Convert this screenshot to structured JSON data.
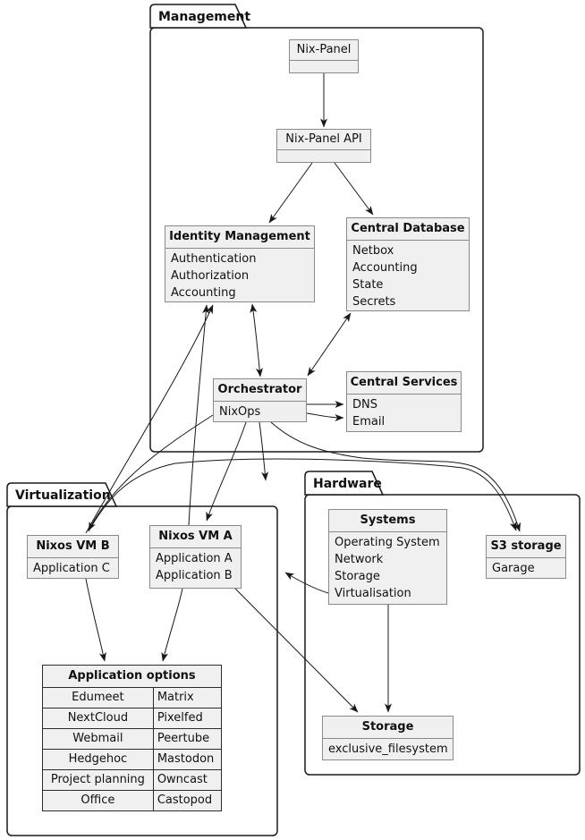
{
  "packages": {
    "management": {
      "label": "Management"
    },
    "virtualization": {
      "label": "Virtualization"
    },
    "hardware": {
      "label": "Hardware"
    }
  },
  "boxes": {
    "nix_panel": {
      "title": "Nix-Panel",
      "lines": []
    },
    "nix_panel_api": {
      "title": "Nix-Panel API",
      "lines": []
    },
    "identity_management": {
      "title": "Identity Management",
      "lines": [
        "Authentication",
        "Authorization",
        "Accounting"
      ]
    },
    "central_database": {
      "title": "Central Database",
      "lines": [
        "Netbox",
        "Accounting",
        "State",
        "Secrets"
      ]
    },
    "orchestrator": {
      "title": "Orchestrator",
      "lines": [
        "NixOps"
      ]
    },
    "central_services": {
      "title": "Central Services",
      "lines": [
        "DNS",
        "Email"
      ]
    },
    "nixos_vm_b": {
      "title": "Nixos VM B",
      "lines": [
        "Application C"
      ]
    },
    "nixos_vm_a": {
      "title": "Nixos VM A",
      "lines": [
        "Application A",
        "Application B"
      ]
    },
    "systems": {
      "title": "Systems",
      "lines": [
        "Operating System",
        "Network",
        "Storage",
        "Virtualisation"
      ]
    },
    "s3_storage": {
      "title": "S3 storage",
      "lines": [
        "Garage"
      ]
    },
    "storage": {
      "title": "Storage",
      "lines": [
        "exclusive_filesystem"
      ]
    }
  },
  "app_options": {
    "title": "Application options",
    "rows": [
      [
        "Edumeet",
        "Matrix"
      ],
      [
        "NextCloud",
        "Pixelfed"
      ],
      [
        "Webmail",
        "Peertube"
      ],
      [
        "Hedgehoc",
        "Mastodon"
      ],
      [
        "Project planning",
        "Owncast"
      ],
      [
        "Office",
        "Castopod"
      ]
    ]
  },
  "edges": [
    {
      "from": "Nix-Panel",
      "to": "Nix-Panel API",
      "type": "arrow"
    },
    {
      "from": "Nix-Panel API",
      "to": "Identity Management",
      "type": "arrow"
    },
    {
      "from": "Nix-Panel API",
      "to": "Central Database",
      "type": "arrow"
    },
    {
      "from": "Identity Management",
      "to": "Orchestrator",
      "type": "bidirectional"
    },
    {
      "from": "Central Database",
      "to": "Orchestrator",
      "type": "bidirectional"
    },
    {
      "from": "Orchestrator",
      "to": "DNS",
      "type": "arrow"
    },
    {
      "from": "Orchestrator",
      "to": "Email",
      "type": "arrow"
    },
    {
      "from": "Orchestrator",
      "to": "Nixos VM B",
      "type": "arrow"
    },
    {
      "from": "Orchestrator",
      "to": "Nixos VM A",
      "type": "arrow"
    },
    {
      "from": "Orchestrator",
      "to": "Virtualization",
      "type": "arrow"
    },
    {
      "from": "Orchestrator",
      "to": "S3 storage",
      "type": "arrow"
    },
    {
      "from": "Nixos VM B",
      "to": "Identity Management",
      "type": "arrow"
    },
    {
      "from": "Nixos VM A",
      "to": "Identity Management",
      "type": "arrow"
    },
    {
      "from": "Nixos VM B",
      "to": "S3 storage",
      "type": "arrow"
    },
    {
      "from": "Nixos VM B",
      "to": "Application options",
      "type": "arrow"
    },
    {
      "from": "Nixos VM A",
      "to": "Application options",
      "type": "arrow"
    },
    {
      "from": "Nixos VM A",
      "to": "Storage",
      "type": "arrow"
    },
    {
      "from": "Systems",
      "to": "Storage",
      "type": "arrow"
    },
    {
      "from": "Systems",
      "to": "Virtualization",
      "type": "arrow"
    }
  ],
  "colors": {
    "box_fill": "#f0f0f0",
    "box_border": "#8a8a8a",
    "package_border": "#1a1a1a",
    "arrow": "#181818",
    "background": "#ffffff"
  }
}
